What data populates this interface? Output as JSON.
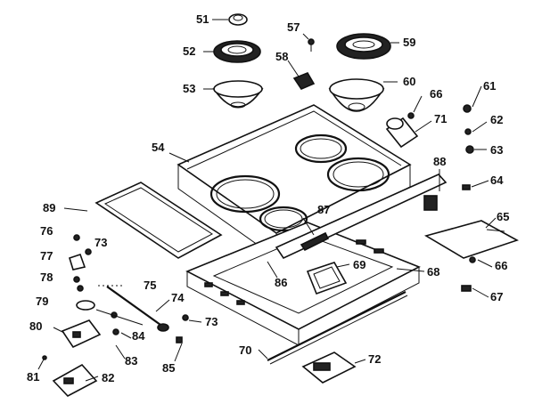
{
  "diagram": {
    "callouts": {
      "c51": "51",
      "c52": "52",
      "c53": "53",
      "c54": "54",
      "c57": "57",
      "c58": "58",
      "c59": "59",
      "c60": "60",
      "c61": "61",
      "c62": "62",
      "c63": "63",
      "c64": "64",
      "c65": "65",
      "c66a": "66",
      "c66b": "66",
      "c67": "67",
      "c68": "68",
      "c69": "69",
      "c70": "70",
      "c71": "71",
      "c72": "72",
      "c73a": "73",
      "c73b": "73",
      "c74": "74",
      "c75": "75",
      "c76": "76",
      "c77": "77",
      "c78": "78",
      "c79": "79",
      "c80": "80",
      "c81": "81",
      "c82": "82",
      "c83": "83",
      "c84": "84",
      "c85": "85",
      "c86": "86",
      "c87": "87",
      "c88": "88",
      "c89": "89"
    }
  }
}
